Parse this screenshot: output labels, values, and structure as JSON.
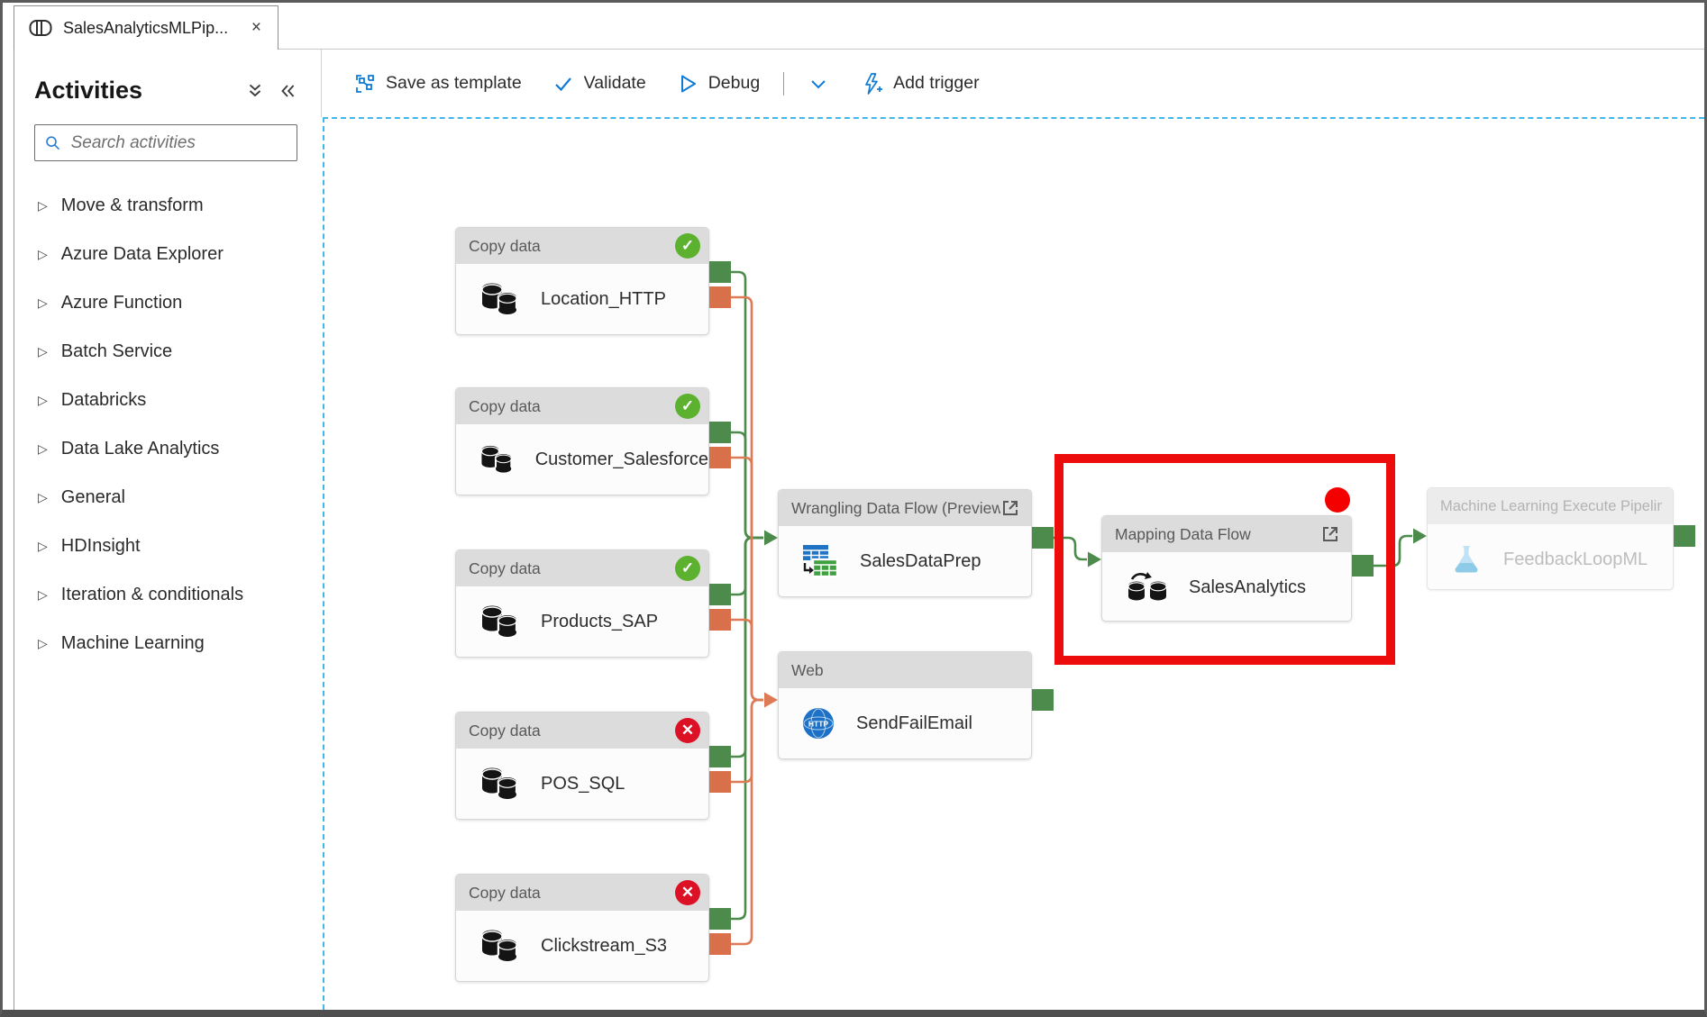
{
  "window": {
    "tab": {
      "title": "SalesAnalyticsMLPip...",
      "close_glyph": "×"
    }
  },
  "sidebar": {
    "title": "Activities",
    "search_placeholder": "Search activities",
    "items": [
      {
        "label": "Move & transform"
      },
      {
        "label": "Azure Data Explorer"
      },
      {
        "label": "Azure Function"
      },
      {
        "label": "Batch Service"
      },
      {
        "label": "Databricks"
      },
      {
        "label": "Data Lake Analytics"
      },
      {
        "label": "General"
      },
      {
        "label": "HDInsight"
      },
      {
        "label": "Iteration & conditionals"
      },
      {
        "label": "Machine Learning"
      }
    ],
    "expander_glyph": "▷"
  },
  "toolbar": {
    "save_as_template": "Save as template",
    "validate": "Validate",
    "debug": "Debug",
    "add_trigger": "Add trigger"
  },
  "canvas": {
    "nodes": [
      {
        "type": "Copy data",
        "name": "Location_HTTP",
        "status": "success"
      },
      {
        "type": "Copy data",
        "name": "Customer_Salesforce",
        "status": "success"
      },
      {
        "type": "Copy data",
        "name": "Products_SAP",
        "status": "success"
      },
      {
        "type": "Copy data",
        "name": "POS_SQL",
        "status": "error"
      },
      {
        "type": "Copy data",
        "name": "Clickstream_S3",
        "status": "error"
      },
      {
        "type": "Wrangling Data Flow (Preview",
        "name": "SalesDataPrep",
        "status": "none"
      },
      {
        "type": "Web",
        "name": "SendFailEmail",
        "status": "none"
      },
      {
        "type": "Mapping Data Flow",
        "name": "SalesAnalytics",
        "status": "none"
      },
      {
        "type": "Machine Learning Execute Pipeline",
        "name": "FeedbackLoopML",
        "status": "none",
        "disabled": true
      }
    ],
    "annotations": {
      "highlight_box": "red-rectangle",
      "breakpoint_dot": "red-dot"
    }
  },
  "icons": {
    "success_check": "✓",
    "error_cross": "✕",
    "web_http_label": "HTTP"
  },
  "colors": {
    "accent_blue": "#0f7bd6",
    "success_green": "#5cb22e",
    "error_red": "#dd1125",
    "connector_green": "#4c8b4c",
    "connector_orange": "#de7a55",
    "highlight_red": "#ec0c0c",
    "canvas_dash_blue": "#41b8ea"
  }
}
